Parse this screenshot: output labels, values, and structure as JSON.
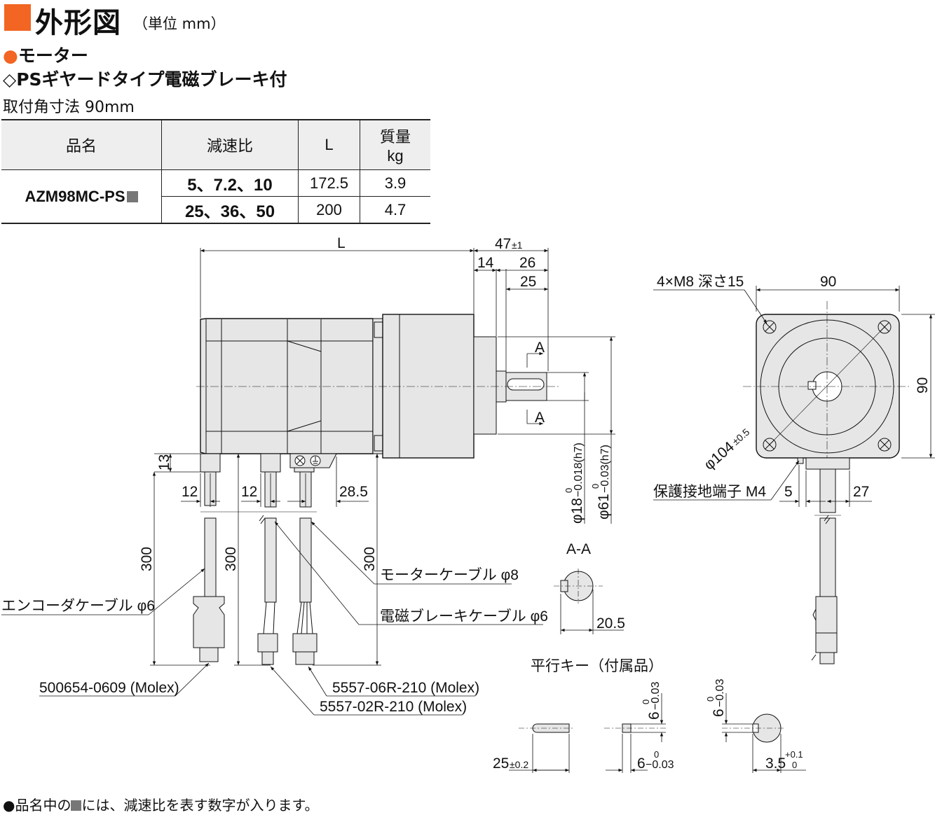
{
  "header": {
    "title": "外形図",
    "unit": "（単位 mm）"
  },
  "subtitle": {
    "motor": "モーター",
    "type": "◇PSギヤードタイプ電磁ブレーキ付",
    "mount": "取付角寸法 90mm"
  },
  "table": {
    "headers": [
      "品名",
      "減速比",
      "L",
      "質量",
      "kg"
    ],
    "product": "AZM98MC-PS",
    "rows": [
      {
        "ratio": "5、7.2、10",
        "L": "172.5",
        "mass": "3.9"
      },
      {
        "ratio": "25、36、50",
        "L": "200",
        "mass": "4.7"
      }
    ]
  },
  "dims": {
    "L": "L",
    "d47": "47",
    "d47_tol": "±1",
    "d14": "14",
    "d26": "26",
    "d25": "25",
    "sectionA": "A",
    "d13": "13",
    "d12a": "12",
    "d12b": "12",
    "d28_5": "28.5",
    "d300a": "300",
    "d300b": "300",
    "d300c": "300",
    "shaft_dia": "φ18",
    "shaft_tol_up": "0",
    "shaft_tol": "−0.018(h7)",
    "pilot_dia": "φ61",
    "pilot_tol_up": "0",
    "pilot_tol": "−0.03(h7)",
    "front_holes": "4×M8 深さ15",
    "front_90w": "90",
    "front_90h": "90",
    "pcd": "φ104",
    "pcd_tol": "±0.5",
    "ground": "保護接地端子 M4",
    "d5": "5",
    "d27": "27",
    "aa_label": "A-A",
    "d20_5": "20.5",
    "key_title": "平行キー（付属品）",
    "key_len": "25",
    "key_len_tol": "±0.2",
    "key_w": "6",
    "key_w_tol_up": "0",
    "key_w_tol": "−0.03",
    "key_h": "6",
    "key_h_tol_up": "0",
    "key_h_tol": "−0.03",
    "key_h2": "6",
    "key_h2_tol_up": "0",
    "key_h2_tol": "−0.03",
    "key_depth": "3.5",
    "key_depth_tol_up": "+0.1",
    "key_depth_tol_dn": "0"
  },
  "callouts": {
    "motor_cable": "モーターケーブル φ8",
    "brake_cable": "電磁ブレーキケーブル φ6",
    "encoder_cable": "エンコーダケーブル φ6",
    "conn_enc": "500654-0609 (Molex)",
    "conn_motor": "5557-06R-210 (Molex)",
    "conn_brake": "5557-02R-210 (Molex)"
  },
  "footnote": {
    "pre": "●品名中の",
    "post": "には、減速比を表す数字が入ります。"
  },
  "colors": {
    "accent": "#f26522",
    "body_fill": "#e6e6e6",
    "line": "#111111"
  }
}
